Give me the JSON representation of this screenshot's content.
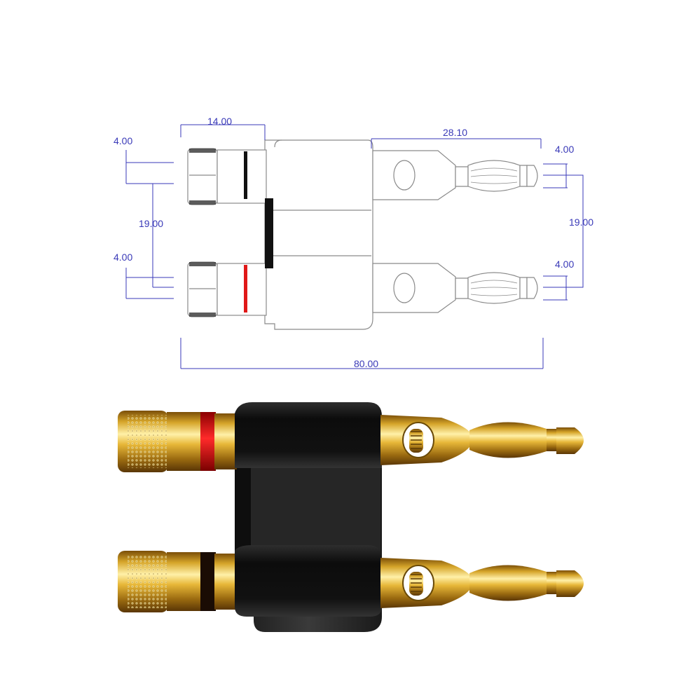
{
  "dimensions": {
    "top_width": "14.00",
    "right_length": "28.10",
    "left_top_dia": "4.00",
    "left_bottom_dia": "4.00",
    "left_spacing": "19.00",
    "right_top_dia": "4.00",
    "right_bottom_dia": "4.00",
    "right_spacing": "19.00",
    "overall_length": "80.00"
  },
  "colors": {
    "dimension_line": "#3a3ab8",
    "outline": "#8a8a8a",
    "red_band": "#e01818",
    "black_band": "#111111",
    "gold": "#d4a020",
    "housing": "#141414"
  }
}
